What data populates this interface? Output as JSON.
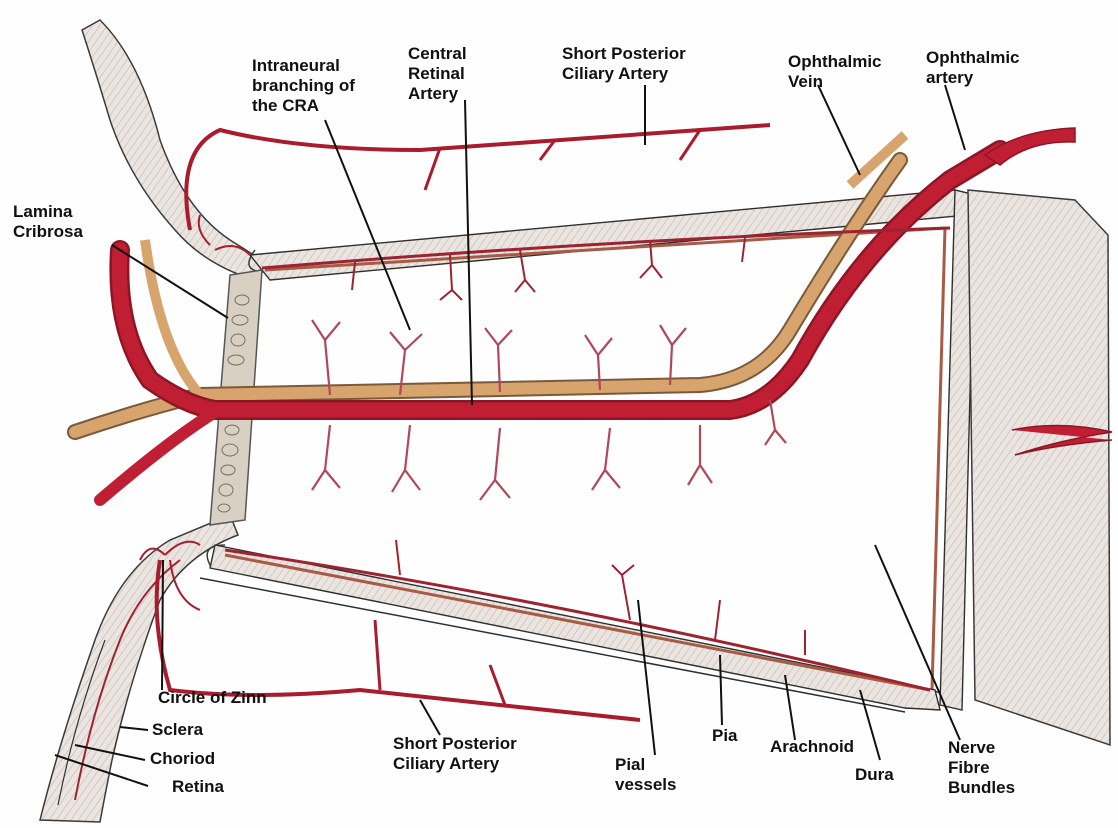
{
  "colors": {
    "artery": "#c01f33",
    "artery_dark": "#8e1526",
    "vein": "#d7a46e",
    "sheath": "#e4dcd6",
    "sheath_hatch": "#b7a79e",
    "nerve_stripe": "#a85a45",
    "lamina": "#d9d0c4",
    "outline": "#2a2a2a",
    "leader": "#111111",
    "text": "#111111"
  },
  "labels": {
    "intraneural": [
      "Intraneural",
      "branching of",
      "the CRA"
    ],
    "central_retinal": [
      "Central",
      "Retinal",
      "Artery"
    ],
    "spca_top": [
      "Short Posterior",
      "Ciliary Artery"
    ],
    "ophthalmic_vein": [
      "Ophthalmic",
      "Vein"
    ],
    "ophthalmic_artery": [
      "Ophthalmic",
      "artery"
    ],
    "lamina": [
      "Lamina",
      "Cribrosa"
    ],
    "circle_zinn": "Circle of Zinn",
    "sclera": "Sclera",
    "choriod": "Choriod",
    "retina": "Retina",
    "spca_bottom": [
      "Short Posterior",
      "Ciliary Artery"
    ],
    "pial": [
      "Pial",
      "vessels"
    ],
    "pia": "Pia",
    "arachnoid": "Arachnoid",
    "dura": "Dura",
    "nerve_fibre": [
      "Nerve",
      "Fibre",
      "Bundles"
    ]
  }
}
